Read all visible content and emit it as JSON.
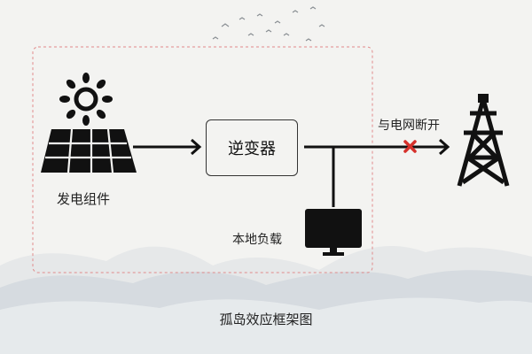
{
  "diagram": {
    "components": {
      "solar_panel": "发电组件",
      "inverter": "逆变器",
      "local_load": "本地负载",
      "grid_disconnect": "与电网断开"
    },
    "caption": "孤岛效应框架图"
  },
  "colors": {
    "line": "#111111",
    "dashed_border": "#e08a8a",
    "disconnect_mark": "#d6312b"
  },
  "icons": [
    "sun-icon",
    "solar-panel-icon",
    "monitor-icon",
    "transmission-tower-icon",
    "disconnect-x-icon"
  ]
}
